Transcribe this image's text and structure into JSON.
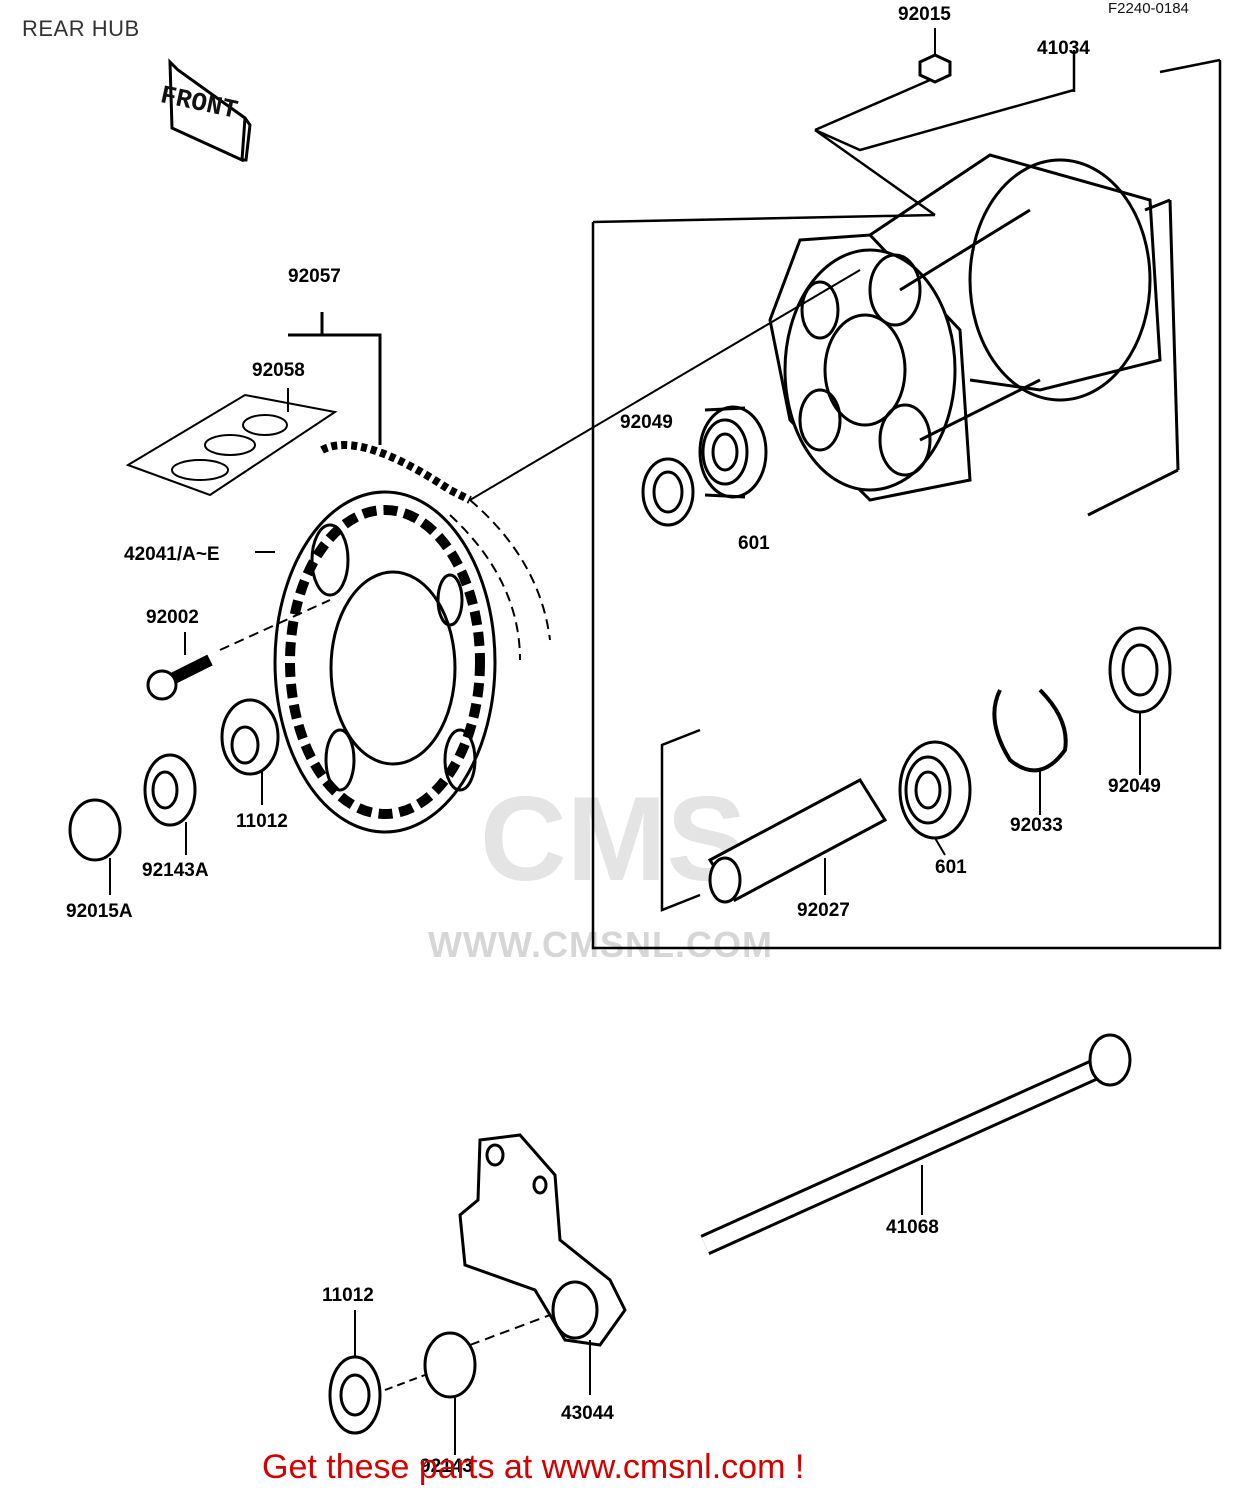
{
  "title": "REAR HUB",
  "diagram_code": "F2240-0184",
  "front_marker": "FRONT",
  "watermark": {
    "logo_text": "CMS",
    "url_text": "WWW.CMSNL.COM"
  },
  "footer": "Get these parts at www.cmsnl.com !",
  "part_labels": {
    "p92015": "92015",
    "p41034": "41034",
    "p92057": "92057",
    "p92058": "92058",
    "p92049_top": "92049",
    "p601_top": "601",
    "p42041": "42041/A~E",
    "p92002": "92002",
    "p11012_top": "11012",
    "p92143A": "92143A",
    "p92015A": "92015A",
    "p92049_right": "92049",
    "p92033": "92033",
    "p601_bottom": "601",
    "p92027": "92027",
    "p41068": "41068",
    "p11012_bottom": "11012",
    "p43044": "43044",
    "p92143": "92143"
  },
  "colors": {
    "footer": "#d40000",
    "line": "#000000",
    "watermark": "#d6d6d6"
  }
}
